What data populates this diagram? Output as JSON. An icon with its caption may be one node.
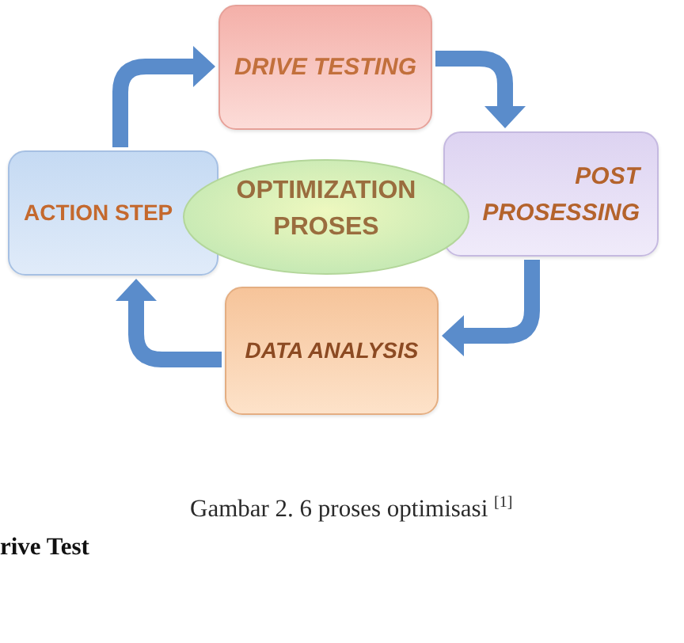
{
  "diagram": {
    "caption": "Gambar 2. 6 proses optimisasi $^{[1]}$",
    "nodes": [
      {
        "text": [
          "DRIVE TESTING"
        ]
      },
      {
        "text": [
          "POST PROSESSING"
        ]
      },
      {
        "text": [
          "ACTION STEP"
        ]
      },
      {
        "text": [
          "OPTIMIZATION PROSES"
        ]
      },
      {
        "text": [
          "DATA ANALYSIS"
        ]
      }
    ],
    "edges": [
      {
        "from": 2,
        "to": 0,
        "arrow": "to"
      },
      {
        "from": 0,
        "to": 1,
        "arrow": "to"
      },
      {
        "from": 1,
        "to": 4,
        "arrow": "to"
      },
      {
        "from": 4,
        "to": 2,
        "arrow": "to"
      }
    ],
    "labels": [
      "rive Test"
    ]
  }
}
